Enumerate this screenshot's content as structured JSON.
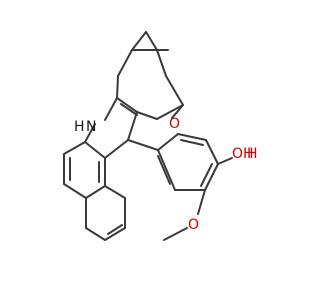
{
  "molecule": {
    "atom_labels": {
      "nh": "N",
      "h_on_n": "H",
      "ketone_o": "O",
      "hydroxyl_oh": "OH",
      "hydroxyl_h": "H",
      "methoxy_o": "O"
    }
  },
  "colors": {
    "background": "#ffffff",
    "bond": "#3a3a3a",
    "oxygen": "#cc0000",
    "nitrogen": "#1a1a1a"
  }
}
